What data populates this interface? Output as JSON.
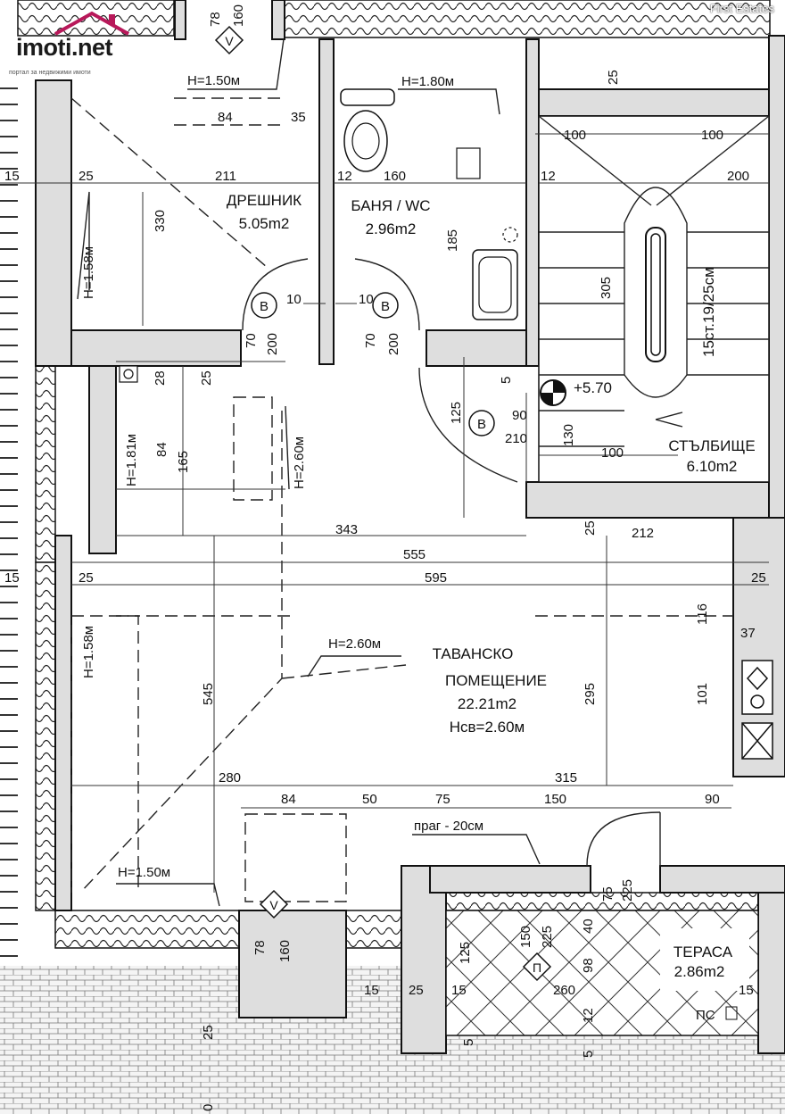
{
  "logo": {
    "brand": "imoti.net",
    "tagline": "портал за недвижими имоти"
  },
  "watermark": "First Estates",
  "rooms": {
    "hall": {
      "name": "ДРЕШНИК",
      "area": "5.05m2"
    },
    "bath": {
      "name": "БАНЯ / WC",
      "area": "2.96m2"
    },
    "stair": {
      "name": "СТЪЛБИЩЕ",
      "area": "6.10m2",
      "steps": "15ст.19/25см"
    },
    "attic": {
      "name1": "ТАВАНСКО",
      "name2": "ПОМЕЩЕНИЕ",
      "area": "22.21m2",
      "height": "Нсв=2.60м"
    },
    "terrace": {
      "name": "ТЕРАСА",
      "area": "2.86m2"
    }
  },
  "level": "+5.70",
  "threshold": "праг - 20см",
  "heights": {
    "h150": "H=1.50м",
    "h180": "H=1.80м",
    "h158": "H=1.58м",
    "h181": "H=1.81м",
    "h260": "H=2.60м"
  },
  "door_b": "B",
  "vent_v": "V",
  "vent_p": "П",
  "pis": "ПС",
  "dims": {
    "d78": "78",
    "d160": "160",
    "d84": "84",
    "d35": "35",
    "d15": "15",
    "d25": "25",
    "d211": "211",
    "d330": "330",
    "d12": "12",
    "d185": "185",
    "d10": "10",
    "d70": "70",
    "d200": "200",
    "d28": "28",
    "d165": "165",
    "d125": "125",
    "d5": "5",
    "d90": "90",
    "d210": "210",
    "d130": "130",
    "d100": "100",
    "d305": "305",
    "d343": "343",
    "d555": "555",
    "d595": "595",
    "d212": "212",
    "d116": "116",
    "d37": "37",
    "d545": "545",
    "d295": "295",
    "d101": "101",
    "d280": "280",
    "d315": "315",
    "d50": "50",
    "d75": "75",
    "d150": "150",
    "d225": "225",
    "d40": "40",
    "d98": "98",
    "d260": "260",
    "d0": "0"
  }
}
